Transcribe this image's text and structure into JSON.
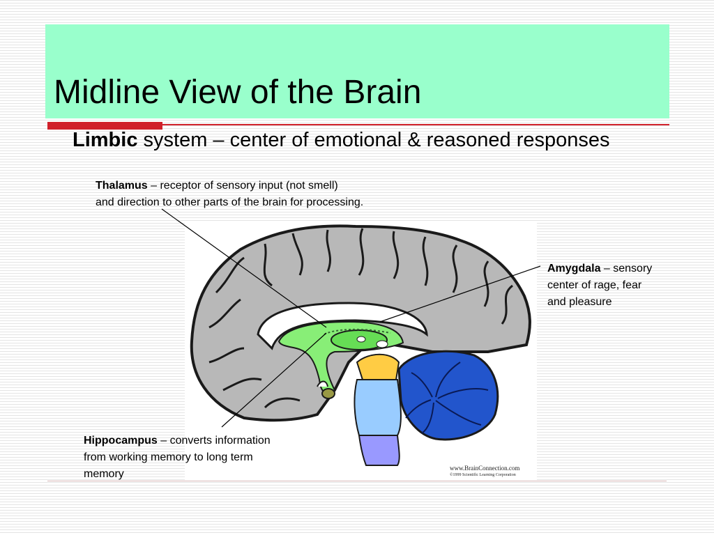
{
  "slide": {
    "title": "Midline View of the Brain",
    "subtitle_bold": "Limbic",
    "subtitle_rest": " system – center of emotional & reasoned responses"
  },
  "labels": {
    "thalamus": {
      "term": "Thalamus",
      "line1": " – receptor of sensory input (not smell)",
      "line2": "and direction to other parts of the brain for processing."
    },
    "amygdala": {
      "term": "Amygdala",
      "line1": " – sensory",
      "line2": "center of rage, fear",
      "line3": "and pleasure"
    },
    "hippocampus": {
      "term": "Hippocampus",
      "line1": " – converts information",
      "line2": "from working memory to long term",
      "line3": "memory"
    }
  },
  "credit": {
    "site": "www.BrainConnection.com",
    "copyright": "©1999 Scientific Learning Corporation"
  },
  "colors": {
    "title_bg": "#99ffcc",
    "accent_red": "#d0202a",
    "cortex_gray": "#b8b8b8",
    "limbic_green": "#88ee77",
    "brainstem_blue": "#99ccff",
    "cerebellum_blue": "#2255cc",
    "midbrain_orange": "#ffcc44",
    "medulla_purple": "#9999ff"
  }
}
